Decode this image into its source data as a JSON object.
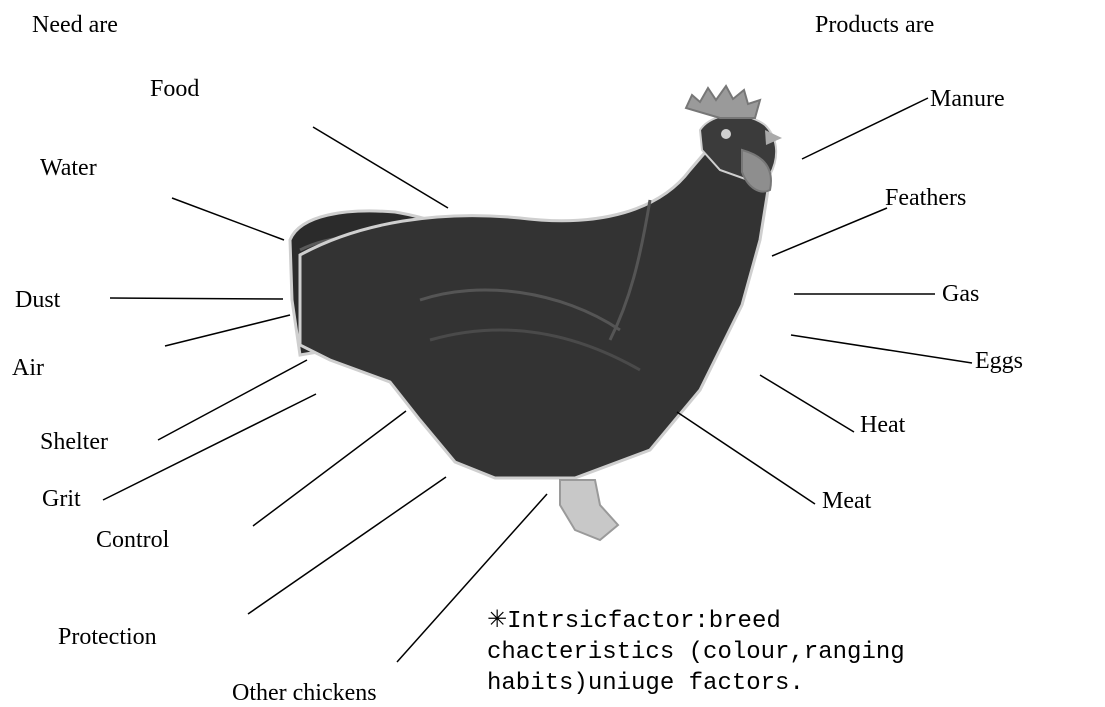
{
  "needs": {
    "heading": "Need are",
    "items": [
      "Food",
      "Water",
      "Dust",
      "Air",
      "Shelter",
      "Grit",
      "Control",
      "Protection",
      "Other chickens"
    ]
  },
  "products": {
    "heading": "Products are",
    "items": [
      "Manure",
      "Feathers",
      "Gas",
      "Eggs",
      "Heat",
      "Meat"
    ]
  },
  "note": {
    "marker": "✳",
    "lines": [
      "Intrsicfactor:breed",
      "chacteristics (colour,ranging",
      "habits)uniuge factors."
    ]
  },
  "colors": {
    "background": "#ffffff",
    "text": "#000000",
    "chicken_body": "#2a2a2a",
    "chicken_comb": "#9a9a9a",
    "chicken_leg": "#c8c8c8"
  }
}
